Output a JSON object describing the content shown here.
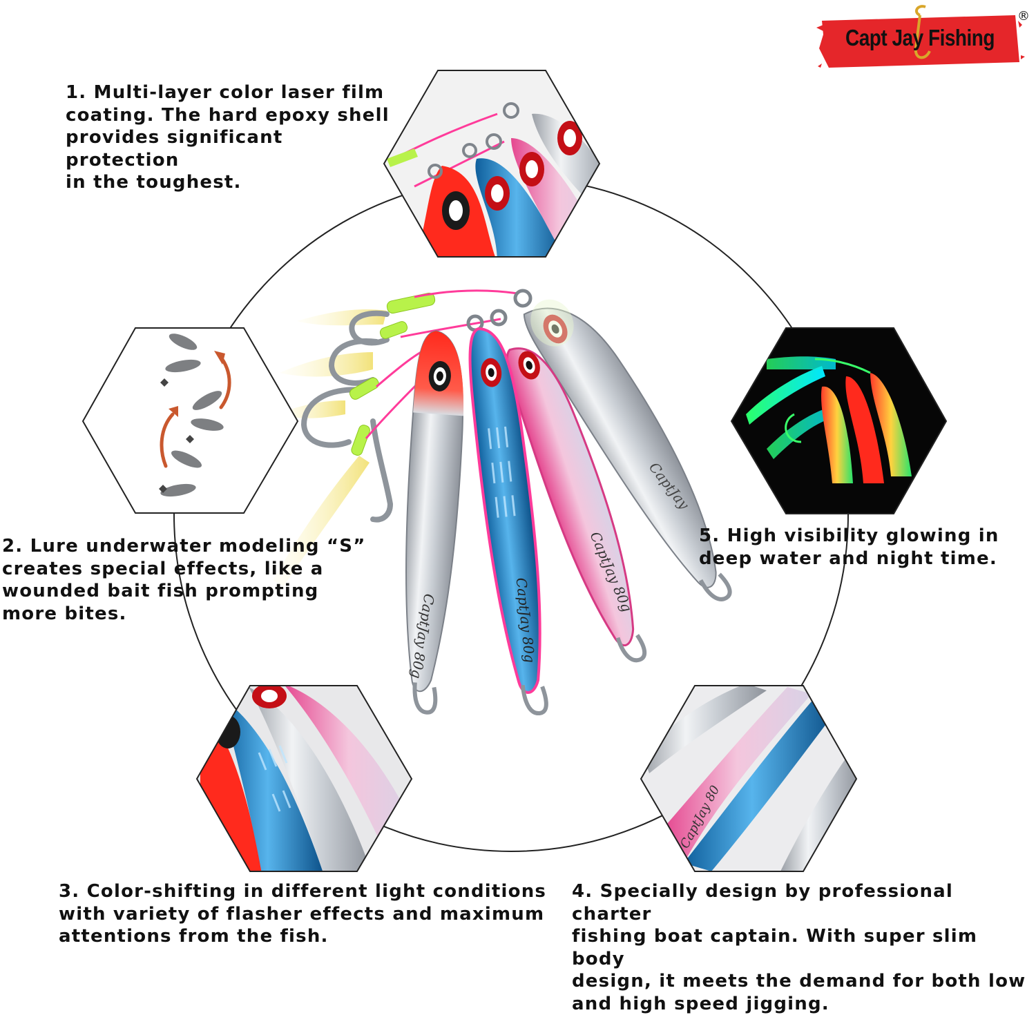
{
  "brand": {
    "logo_text": "Capt Jay Fishing",
    "registered_mark": "®",
    "logo_color": "#e5262a"
  },
  "captions": {
    "feature_1": "1. Multi-layer color laser film\ncoating. The hard epoxy shell\nprovides significant protection\nin the toughest.",
    "feature_2": "2. Lure underwater modeling “S”\ncreates special effects, like a\nwounded bait fish prompting\nmore bites.",
    "feature_3": "3. Color-shifting in different light conditions\nwith variety of flasher effects and maximum\nattentions from the fish.",
    "feature_4": "4. Specially design by professional charter\nfishing boat captain. With super slim body\ndesign, it meets the demand for both low\nand high speed jigging.",
    "feature_5": "5. High visibility glowing in\ndeep water and night time."
  },
  "lures": {
    "weight_label": "80g",
    "colors": [
      "red-silver",
      "blue-silver",
      "pink-silver",
      "glow-silver"
    ],
    "accent_colors": {
      "red": "#e8201f",
      "blue": "#1f7fc4",
      "pink": "#ee3f8e",
      "glow": "#b8f24a"
    }
  },
  "icons": [
    "hexagon-closeup-icon",
    "s-motion-diagram-icon",
    "glow-night-icon",
    "hook-icon"
  ]
}
